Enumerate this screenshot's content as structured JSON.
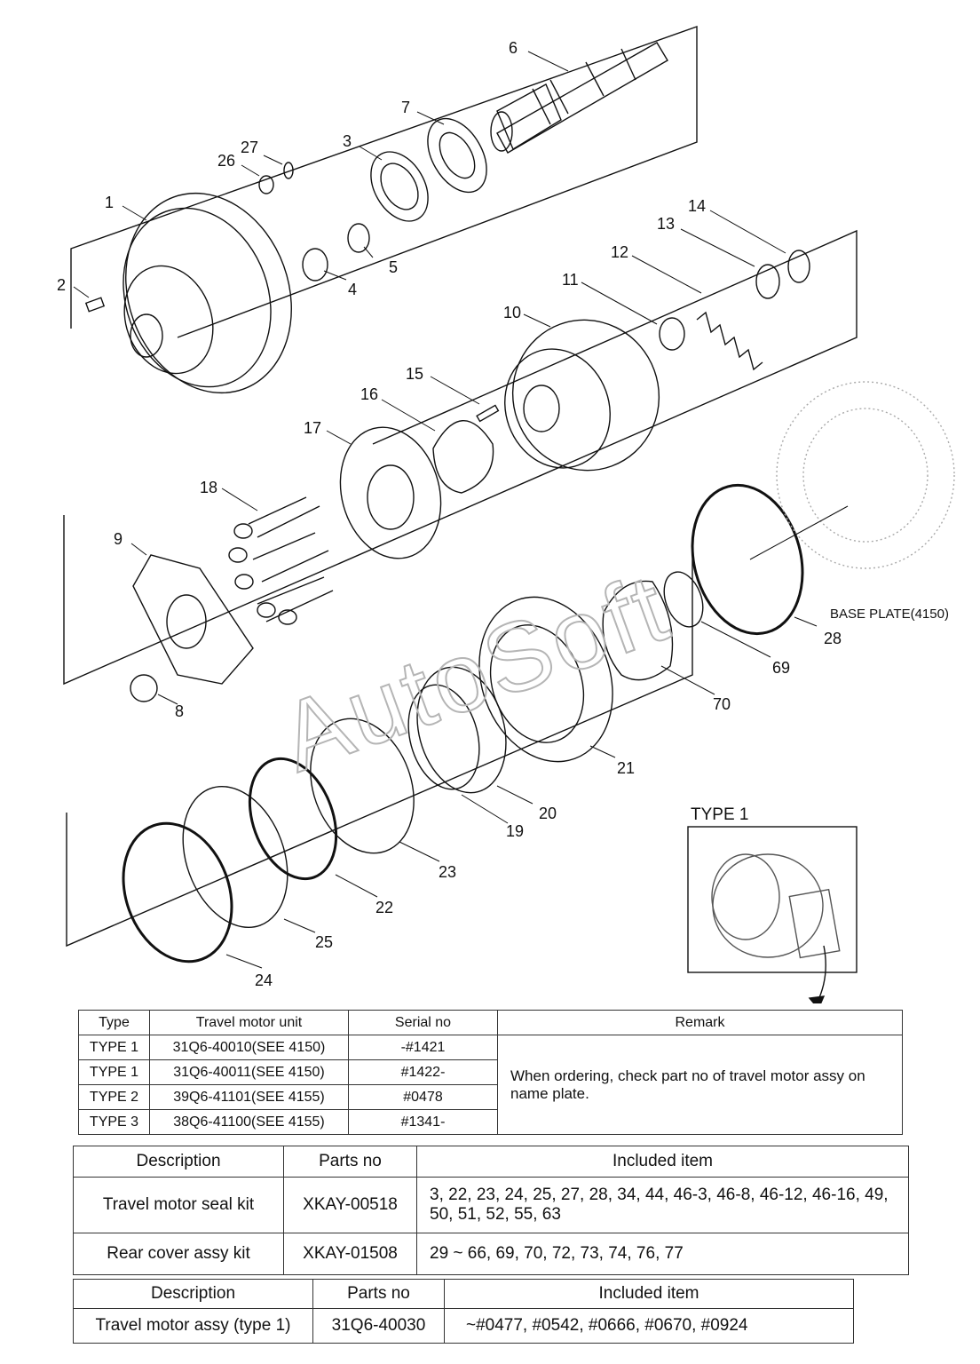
{
  "diagram": {
    "callouts": [
      "1",
      "2",
      "3",
      "4",
      "5",
      "6",
      "7",
      "8",
      "9",
      "10",
      "11",
      "12",
      "13",
      "14",
      "15",
      "16",
      "17",
      "18",
      "19",
      "20",
      "21",
      "22",
      "23",
      "24",
      "25",
      "26",
      "27",
      "28",
      "69",
      "70"
    ],
    "base_plate_label": "BASE PLATE(4150)",
    "inset_label": "TYPE 1",
    "watermark": "AutoSoft"
  },
  "type_table": {
    "headers": [
      "Type",
      "Travel motor unit",
      "Serial no",
      "Remark"
    ],
    "rows": [
      [
        "TYPE 1",
        "31Q6-40010(SEE 4150)",
        "-#1421"
      ],
      [
        "TYPE 1",
        "31Q6-40011(SEE 4150)",
        "#1422-"
      ],
      [
        "TYPE 2",
        "39Q6-41101(SEE 4155)",
        "#0478"
      ],
      [
        "TYPE 3",
        "38Q6-41100(SEE 4155)",
        "#1341-"
      ]
    ],
    "remark": "When ordering, check part no of travel motor assy on name plate."
  },
  "kit_table": {
    "headers": [
      "Description",
      "Parts no",
      "Included item"
    ],
    "rows": [
      [
        "Travel motor seal kit",
        "XKAY-00518",
        "3, 22, 23, 24, 25, 27, 28, 34, 44, 46-3, 46-8, 46-12, 46-16, 49, 50, 51, 52, 55, 63"
      ],
      [
        "Rear cover assy kit",
        "XKAY-01508",
        "29 ~ 66, 69, 70, 72, 73, 74, 76, 77"
      ]
    ]
  },
  "assy_table": {
    "headers": [
      "Description",
      "Parts no",
      "Included item"
    ],
    "rows": [
      [
        "Travel motor assy (type 1)",
        "31Q6-40030",
        "~#0477, #0542, #0666, #0670, #0924"
      ]
    ]
  }
}
